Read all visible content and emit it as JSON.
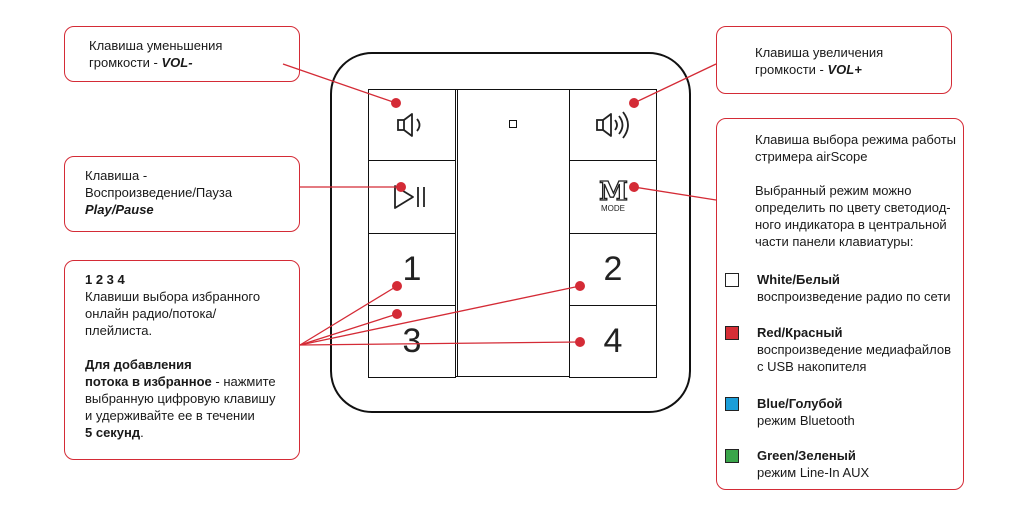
{
  "callouts": {
    "vol_down": {
      "line1": "Клавиша уменьшения",
      "line2_prefix": "громкости - ",
      "line2_em": "VOL-"
    },
    "vol_up": {
      "line1": "Клавиша увеличения",
      "line2_prefix": "громкости - ",
      "line2_em": "VOL+"
    },
    "play": {
      "line1": "Клавиша -",
      "line2": "Воспроизведение/Пауза",
      "line3_em": "Play/Pause"
    },
    "fav": {
      "title": "1 2 3 4",
      "line1": "Клавиши выбора избранного",
      "line2": "онлайн радио/потока/",
      "line3": "плейлиста.",
      "bold1": "Для добавления",
      "bold2": "потока в избранное",
      "line4_rest": " - нажмите",
      "line5": "выбранную цифровую клавишу",
      "line6": "и удерживайте ее в течении",
      "bold3": "5 секунд",
      "line7_rest": "."
    },
    "mode": {
      "line1": "Клавиша выбора режима работы",
      "line2": "стримера airScope",
      "line3": "Выбранный режим можно",
      "line4": "определить по цвету светодиод-",
      "line5": "ного индикатора в центральной",
      "line6": "части панели клавиатуры:",
      "items": [
        {
          "name": "White/Белый",
          "desc": "воспроизведение радио по сети",
          "color": "#ffffff"
        },
        {
          "name": "Red/Красный",
          "desc": "воспроизведение медиафайлов",
          "desc2": "с USB накопителя",
          "color": "#d62e36"
        },
        {
          "name": "Blue/Голубой",
          "desc": "режим Bluetooth",
          "color": "#1b9ed9"
        },
        {
          "name": "Green/Зеленый",
          "desc": "режим Line-In AUX",
          "color": "#3aa54a"
        }
      ]
    }
  },
  "keys": {
    "k1": "1",
    "k2": "2",
    "k3": "3",
    "k4": "4",
    "mode_letter": "M",
    "mode_sub": "MODE"
  },
  "colors": {
    "accent": "#d42b36",
    "outline": "#111111"
  }
}
